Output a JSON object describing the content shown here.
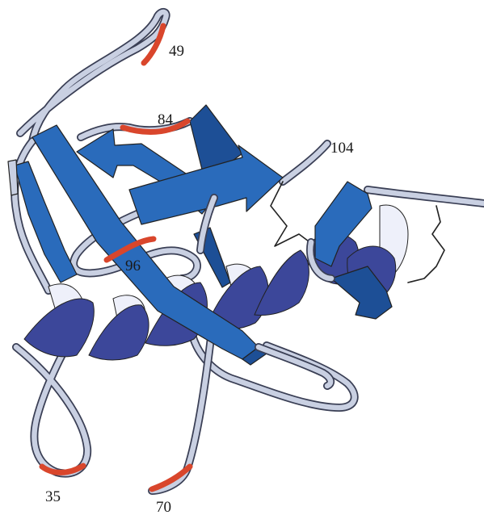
{
  "colors": {
    "strand": "#2a6bbb",
    "strand_dark": "#1d4f96",
    "helix": "#3c479a",
    "helix_light": "#eef0fa",
    "coil": "#c9d0e2",
    "coil_edge": "#3a3f55",
    "highlight": "#d9462c"
  },
  "residue_labels": {
    "r35": "35",
    "r49": "49",
    "r70": "70",
    "r84": "84",
    "r96": "96",
    "r104": "104"
  }
}
